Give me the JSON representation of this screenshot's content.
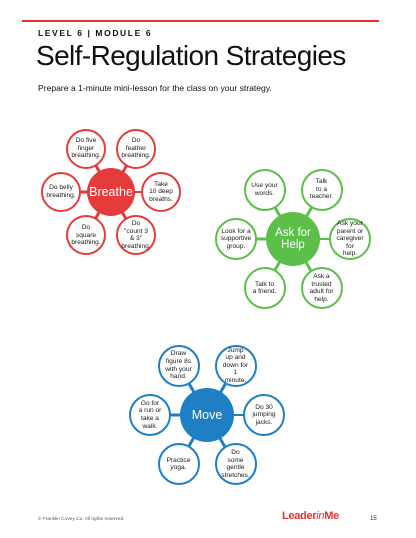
{
  "header": {
    "level_module": "LEVEL 6  |  MODULE 6"
  },
  "title": "Self-Regulation Strategies",
  "subtitle": "Prepare a 1-minute mini-lesson for the class on your strategy.",
  "colors": {
    "accent": "#e8312f",
    "breathe": "#e63b3b",
    "help": "#5cbf4a",
    "move": "#1f7fc5"
  },
  "clusters": {
    "breathe": {
      "label": "Breathe",
      "petals": [
        "Do five\nfinger\nbreathing.",
        "Do feather\nbreathing.",
        "Take\n10 deep\nbreaths.",
        "Do\n\"count 3 & 3\"\nbreathing.",
        "Do square\nbreathing.",
        "Do belly\nbreathing."
      ]
    },
    "help": {
      "label": "Ask for\nHelp",
      "petals": [
        "Use your\nwords.",
        "Talk\nto a\nteacher.",
        "Ask your\nparent or\ncaregiver for\nhelp.",
        "Ask a\ntrusted\nadult for\nhelp.",
        "Talk to\na friend.",
        "Look for a\nsupportive\ngroup."
      ]
    },
    "move": {
      "label": "Move",
      "petals": [
        "Draw\nfigure 8s\nwith your\nhand.",
        "Jump\nup and\ndown for 1\nminute.",
        "Do 30\njumping\njacks.",
        "Do\nsome gentle\nstretches.",
        "Practice\nyoga.",
        "Go for\na run or\ntake a\nwalk."
      ]
    }
  },
  "footer": {
    "copyright": "© Franklin Covey Co. All rights reserved.",
    "logo_leader": "Leader",
    "logo_in": "in",
    "logo_me": "Me",
    "page_number": "15"
  }
}
